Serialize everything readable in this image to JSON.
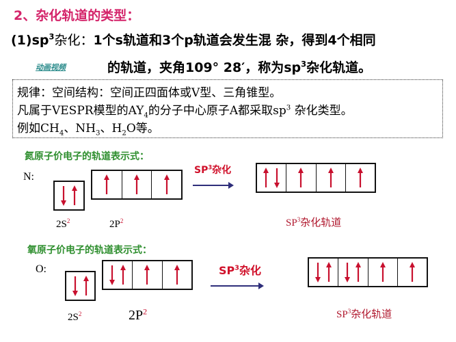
{
  "heading": {
    "title": "2、杂化轨道的类型：",
    "title_color": "#d4246a"
  },
  "sp3_intro": {
    "prefix": "(1)sp",
    "sup": "3",
    "line1_rest_cn1": "杂化：",
    "line1_rest": "1个s轨道和3个p轨道会发生混 杂，得到4个相同",
    "line2_part1": "的轨道，夹角109°  28′，称为sp",
    "line2_sup": "3",
    "line2_part2": "杂化轨道。",
    "animation_link": "动画视频"
  },
  "rule_box": {
    "line1": "规律：空间结构：空间正四面体或V型、三角锥型。",
    "line2_a": "凡属于VESPR模型的AY",
    "line2_sub": "4",
    "line2_b": "的分子中心原子A都采取sp",
    "line2_sup": "3",
    "line2_c": " 杂化类型。",
    "line3_a": "例如CH",
    "line3_sub1": "4",
    "line3_b": "、NH",
    "line3_sub2": "3",
    "line3_c": "、H",
    "line3_sub3": "2",
    "line3_d": "O等。"
  },
  "nitrogen": {
    "heading": "氮原子价电子的轨道表示式：",
    "atom": "N:",
    "s_label": "2S",
    "s_sup": "2",
    "p_label": "2P",
    "p_sup": "2",
    "s_box": [
      [
        "down",
        "up"
      ]
    ],
    "p_box": [
      [
        "up"
      ],
      [
        "up"
      ],
      [
        "up"
      ]
    ],
    "hybrid_label": "SP",
    "hybrid_sup": "3",
    "hybrid_label_suffix": "杂化",
    "hybrid_box": [
      [
        "up",
        "down"
      ],
      [
        "up"
      ],
      [
        "up"
      ],
      [
        "up"
      ]
    ],
    "hybrid_caption": "SP",
    "hybrid_caption_sup": "3",
    "hybrid_caption_suffix": "杂化轨道"
  },
  "oxygen": {
    "heading": "氧原子价电子的轨道表示式：",
    "atom": "O:",
    "s_label": "2S",
    "s_sup": "2",
    "p_label": "2P",
    "p_sup": "2",
    "s_box": [
      [
        "down",
        "up"
      ]
    ],
    "p_box": [
      [
        "down",
        "up"
      ],
      [
        "up"
      ],
      [
        "up"
      ]
    ],
    "hybrid_label": "SP",
    "hybrid_sup": "3",
    "hybrid_label_suffix": "杂化",
    "hybrid_box": [
      [
        "down",
        "up"
      ],
      [
        "down",
        "up"
      ],
      [
        "up"
      ],
      [
        "up"
      ]
    ],
    "hybrid_caption": "SP",
    "hybrid_caption_sup": "3",
    "hybrid_caption_suffix": "杂化轨道"
  },
  "colors": {
    "arrow": "#c8102e",
    "green_heading": "#2f8f2f",
    "reaction_arrow": "#2e2e7a"
  }
}
